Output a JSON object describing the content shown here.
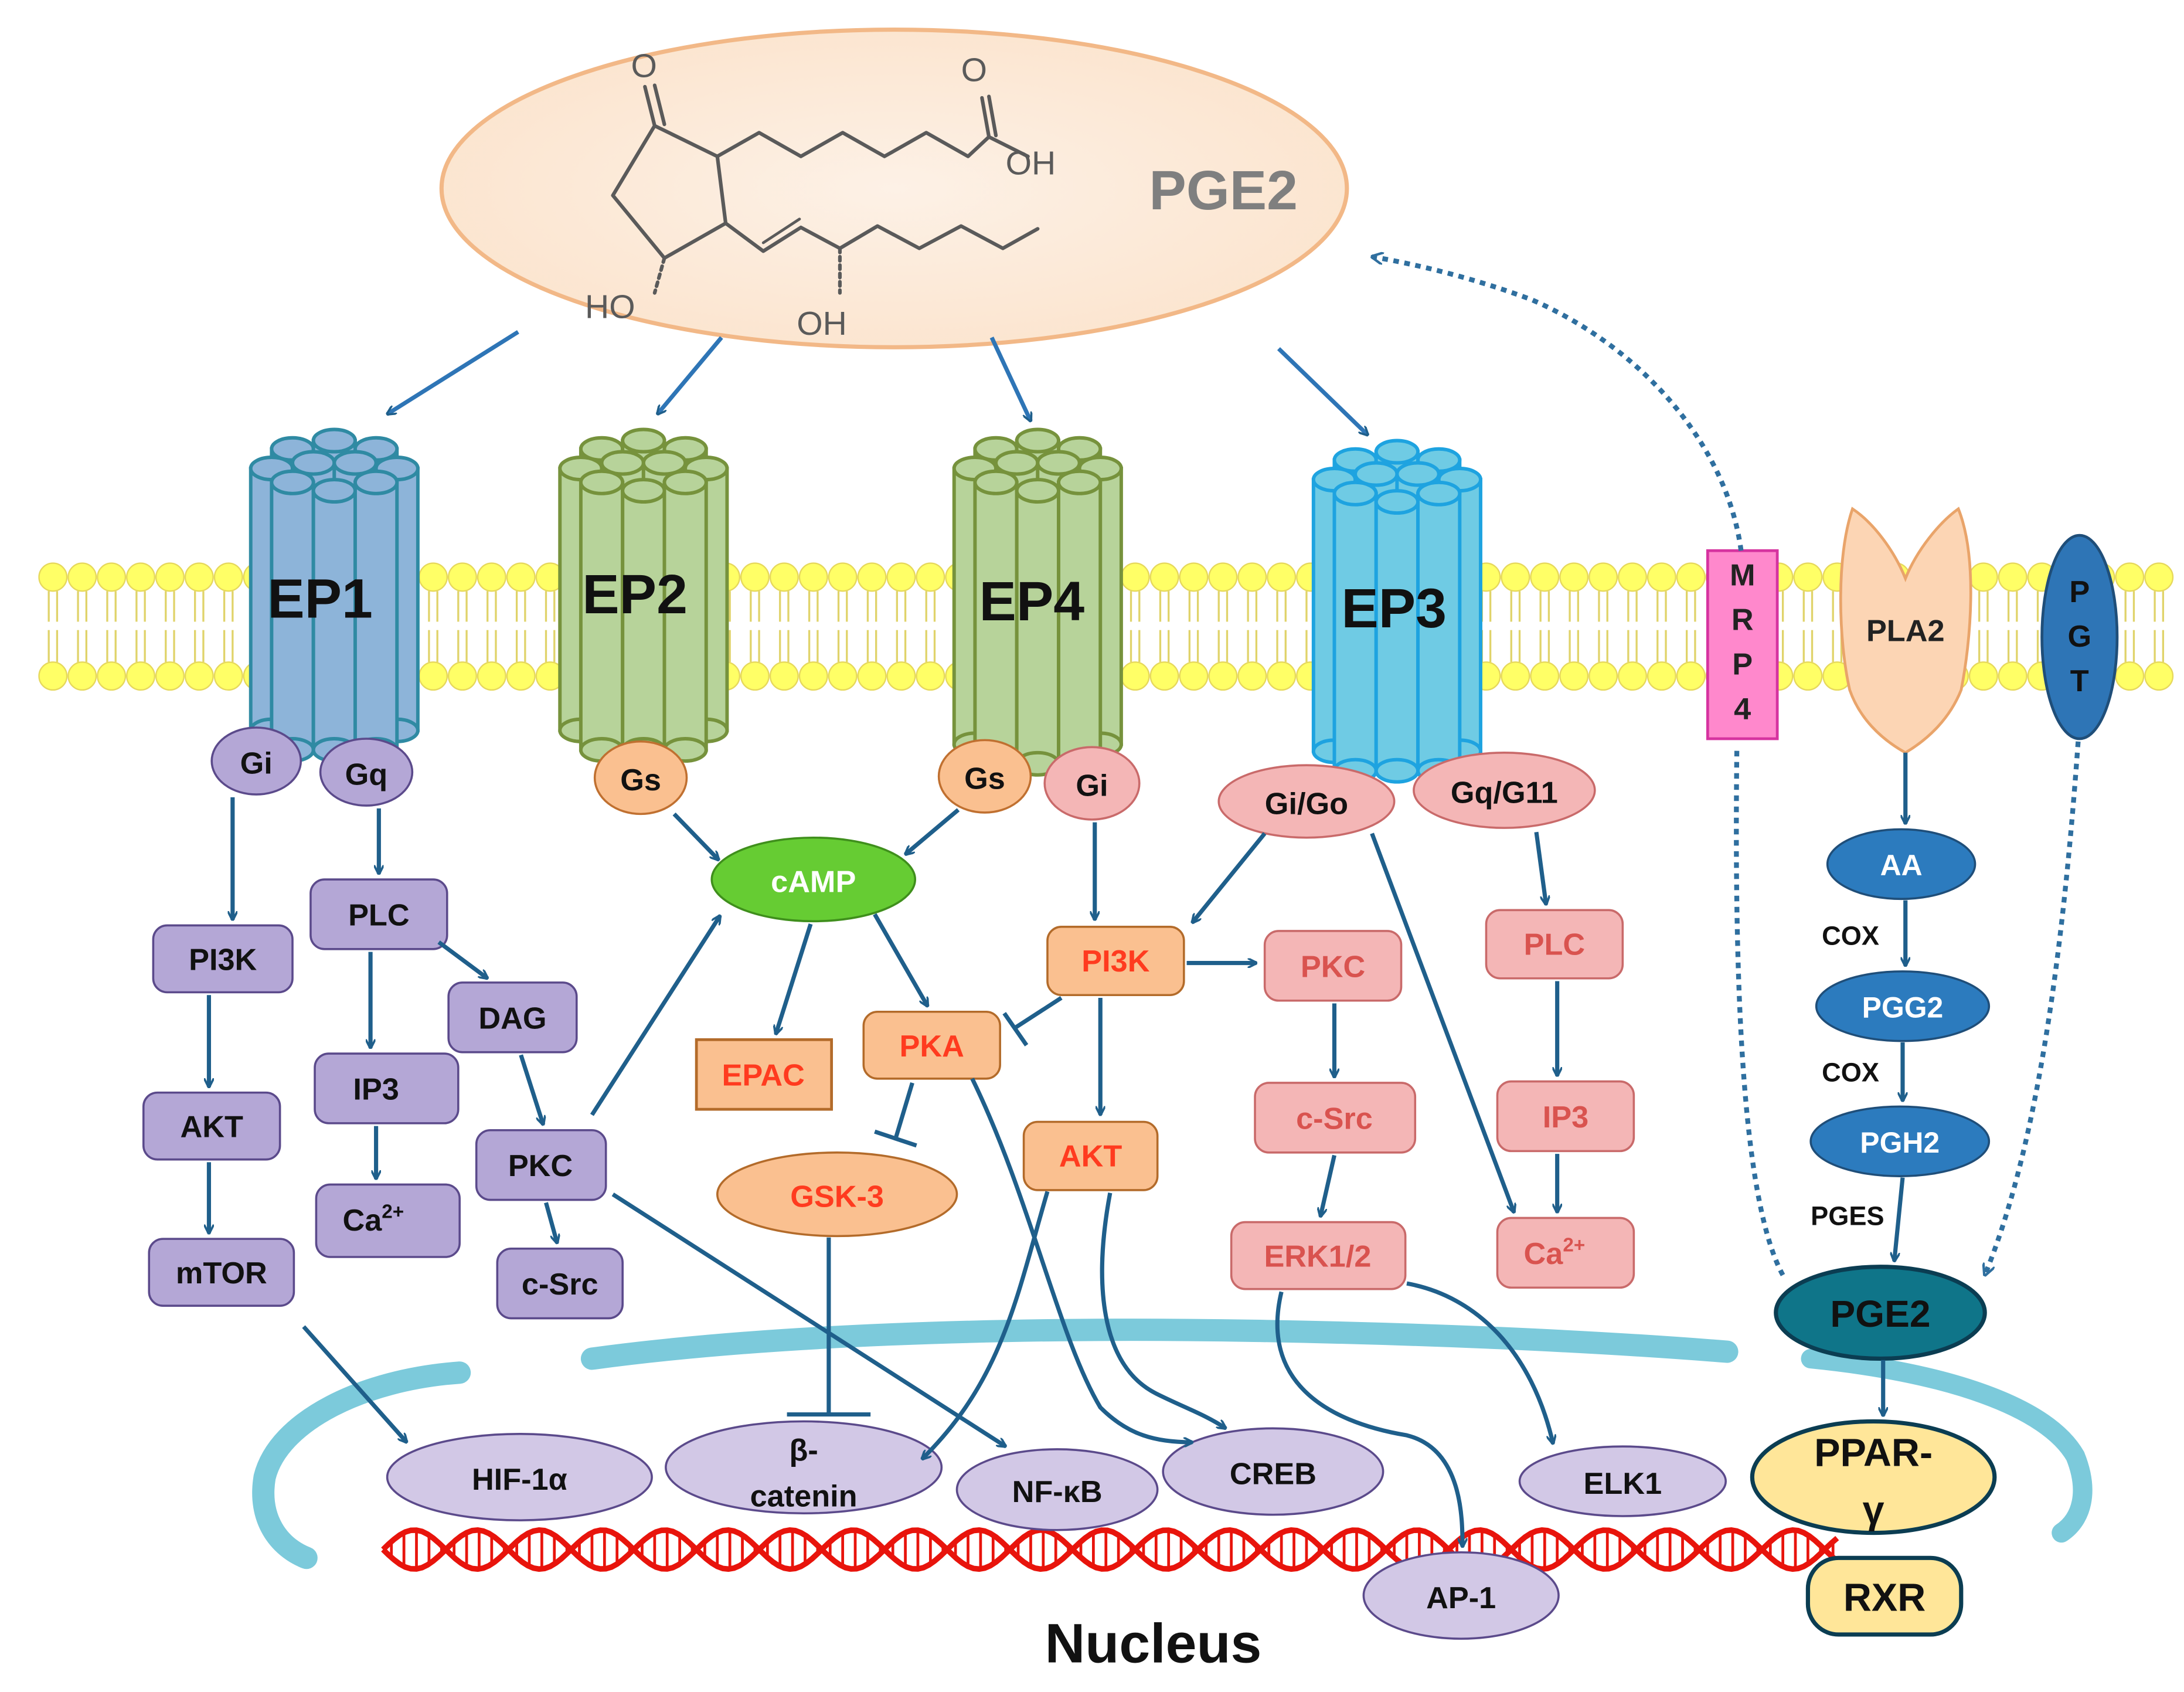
{
  "molecule": {
    "name": "PGE2",
    "atoms": {
      "ketone_o": "O",
      "acid_o": "O",
      "acid_oh": "OH",
      "ring_oh": "HO",
      "chain_oh": "OH"
    }
  },
  "membrane_proteins": {
    "ep1": "EP1",
    "ep2": "EP2",
    "ep4": "EP4",
    "ep3": "EP3",
    "mrp4": [
      "M",
      "R",
      "P",
      "4"
    ],
    "pla2": "PLA2",
    "pgt": [
      "P",
      "G",
      "T"
    ]
  },
  "ep1_path": {
    "gi": "Gi",
    "gq": "Gq",
    "pi3k": "PI3K",
    "akt": "AKT",
    "mtor": "mTOR",
    "plc": "PLC",
    "ip3": "IP3",
    "ca": "Ca",
    "ca_sup": "2+",
    "dag": "DAG",
    "pkc": "PKC",
    "csrc": "c-Src"
  },
  "ep2_ep4_path": {
    "gs_ep2": "Gs",
    "gs_ep4": "Gs",
    "gi_ep4": "Gi",
    "camp": "cAMP",
    "epac": "EPAC",
    "pka": "PKA",
    "gsk3": "GSK-3",
    "pi3k": "PI3K",
    "akt": "AKT"
  },
  "ep3_path": {
    "gigo": "Gi/Go",
    "gqg11": "Gq/G11",
    "pkc": "PKC",
    "csrc": "c-Src",
    "erk": "ERK1/2",
    "plc": "PLC",
    "ip3": "IP3",
    "ca": "Ca",
    "ca_sup": "2+"
  },
  "synthesis": {
    "aa": "AA",
    "cox1": "COX",
    "pgg2": "PGG2",
    "cox2": "COX",
    "pgh2": "PGH2",
    "pges": "PGES",
    "pge2": "PGE2"
  },
  "nucleus": {
    "title": "Nucleus",
    "hif": "HIF-1α",
    "bcat_line1": "β-",
    "bcat_line2": "catenin",
    "nfkb": "NF-κB",
    "creb": "CREB",
    "elk1": "ELK1",
    "ap1": "AP-1",
    "ppar_line1": "PPAR-",
    "ppar_line2": "γ",
    "rxr": "RXR"
  },
  "colors": {
    "arrow": "#1f5f8b",
    "ep1_fill": "#8db4d9",
    "ep1_stroke": "#2f8aa3",
    "ep_green_fill": "#b7d39a",
    "ep_green_stroke": "#76923c",
    "ep3_fill": "#6fcbe4",
    "ep3_stroke": "#1ea3e0",
    "purple": "#b4a7d6",
    "purple_light": "#d2c8e6",
    "orange": "#fac090",
    "orange_text": "#ff3b1f",
    "pink": "#f4b6b6",
    "pink_text": "#d9534f",
    "green": "#66cc33",
    "blue_dark": "#2c7bbe",
    "lipid": "#ffff66",
    "dna": "#e8140c",
    "nuclear_envelope": "#7ccadb"
  }
}
